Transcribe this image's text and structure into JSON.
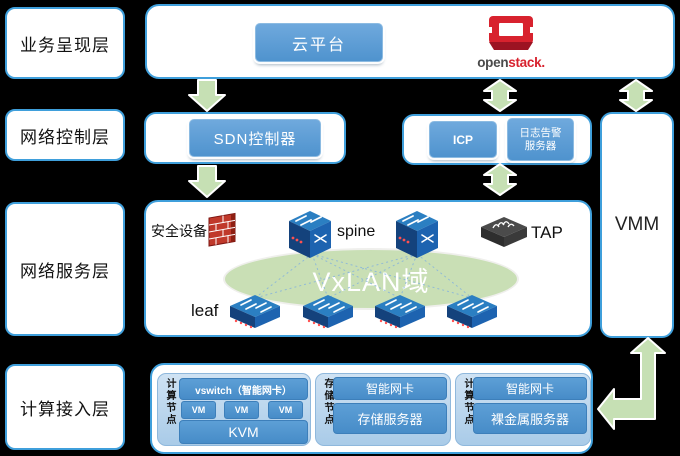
{
  "layer_labels": {
    "presentation": "业务呈现层",
    "control": "网络控制层",
    "service": "网络服务层",
    "access": "计算接入层"
  },
  "presentation": {
    "cloud_platform_button": "云平台",
    "openstack_logo": {
      "text_open": "open",
      "text_stack": "stack",
      "period": "."
    }
  },
  "control": {
    "sdn_controller_button": "SDN控制器",
    "icp_button": "ICP",
    "log_alarm_server_button": {
      "line1": "日志告警",
      "line2": "服务器"
    }
  },
  "service": {
    "security_device_label": "安全设备",
    "spine_label": "spine",
    "tap_label": "TAP",
    "vxlan_domain_label": "VxLAN域",
    "leaf_label": "leaf",
    "spine_switch_count": 2,
    "leaf_switch_count": 4,
    "icons": {
      "firewall": "firewall-brick-icon",
      "tap": "tap-device-icon",
      "spine": "spine-switch-icon",
      "leaf": "leaf-switch-icon"
    }
  },
  "vmm": {
    "label": "VMM"
  },
  "access": {
    "compute_node_left": {
      "node_label": "计算节点",
      "vswitch_bar": "vswitch（智能网卡）",
      "vm_label": "VM",
      "vm_count": 3,
      "kvm_bar": "KVM"
    },
    "storage_node": {
      "node_label": "存储节点",
      "nic_bar": "智能网卡",
      "server_bar": "存储服务器"
    },
    "compute_node_right": {
      "node_label": "计算节点",
      "nic_bar": "智能网卡",
      "server_bar": "裸金属服务器"
    }
  },
  "colors": {
    "background": "#000000",
    "panel_border_blue": "#3f9fdb",
    "button_blue": "#5b9bd5",
    "sub_panel_blue": "#a9cbe8",
    "arrow_green_fill": "#c6e0b4",
    "vxlan_ellipse_green": "#c9dfb5",
    "openstack_red": "#d8222e",
    "firewall_red": "#c0392b",
    "switch_blue_top": "#2b7fc2",
    "tap_dark": "#3d3d3d"
  }
}
